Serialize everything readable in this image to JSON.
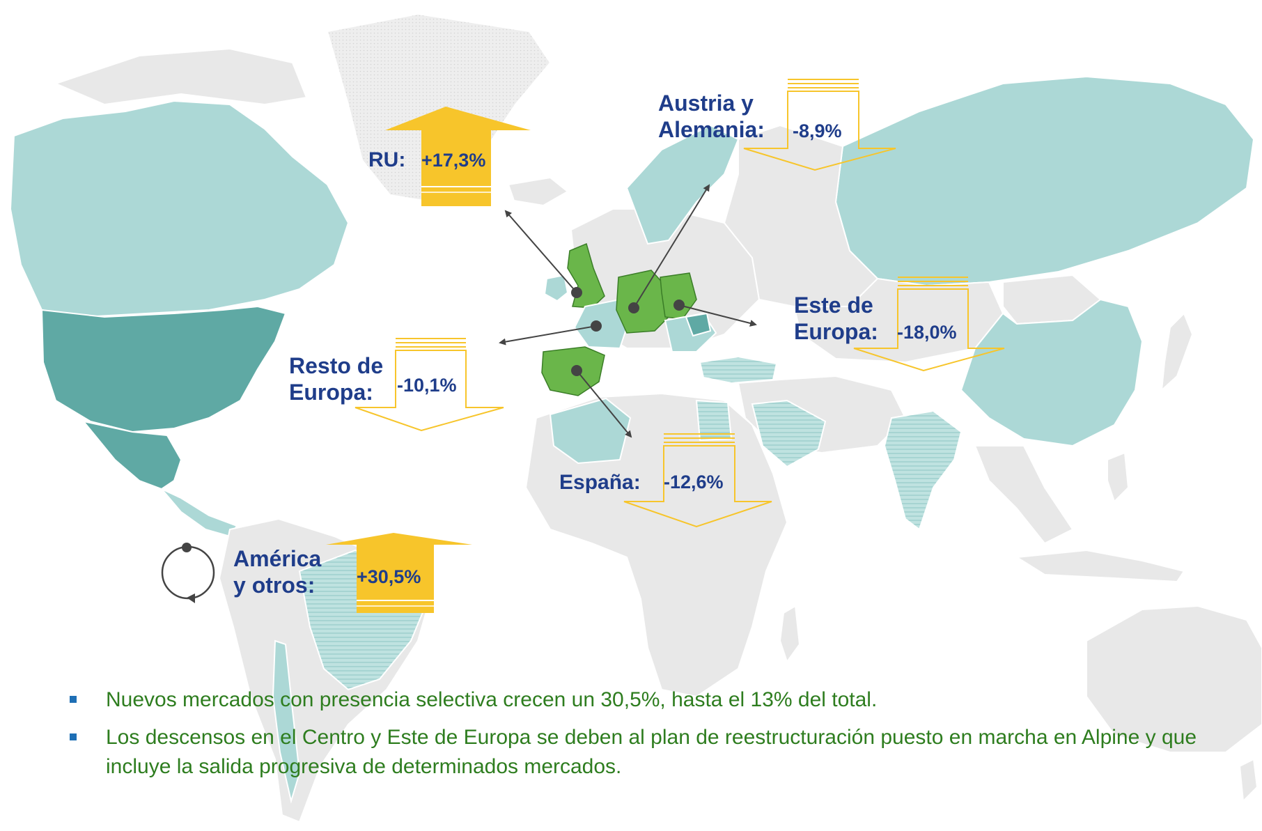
{
  "regions": [
    {
      "id": "ru",
      "label_lines": [
        "RU:"
      ],
      "value": "+17,3%",
      "direction": "up"
    },
    {
      "id": "austria-alemania",
      "label_lines": [
        "Austria y",
        "Alemania:"
      ],
      "value": "-8,9%",
      "direction": "down"
    },
    {
      "id": "este-europa",
      "label_lines": [
        "Este de",
        "Europa:"
      ],
      "value": "-18,0%",
      "direction": "down"
    },
    {
      "id": "resto-europa",
      "label_lines": [
        "Resto de",
        "Europa:"
      ],
      "value": "-10,1%",
      "direction": "down"
    },
    {
      "id": "espana",
      "label_lines": [
        "España:"
      ],
      "value": "-12,6%",
      "direction": "down"
    },
    {
      "id": "america-otros",
      "label_lines": [
        "América",
        "y otros:"
      ],
      "value": "+30,5%",
      "direction": "up"
    }
  ],
  "bullets": [
    "Nuevos mercados con presencia selectiva crecen un 30,5%, hasta el 13% del total.",
    "Los descensos en el Centro y Este de Europa se deben al plan de reestructuración puesto en marcha en Alpine y que incluye la salida progresiva de determinados mercados."
  ],
  "colors": {
    "land": "#e8e8e8",
    "border": "#ffffff",
    "presence": "#acd8d6",
    "usa": "#5fa9a4",
    "home_markets": "#6ab64a",
    "home_border": "#3a7d27",
    "arrow_up_fill": "#f7c52b",
    "arrow_down_stroke": "#f7c52b",
    "label_text": "#1f3d8a",
    "bullet_text": "#2e7d1f",
    "bullet_marker": "#1e6fb5",
    "connector": "#444444"
  }
}
